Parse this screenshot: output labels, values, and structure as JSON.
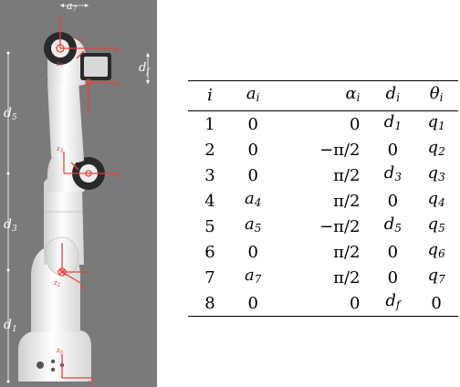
{
  "figure": {
    "dimension_labels": {
      "a7": "a",
      "a7_sub": "7",
      "df": "d",
      "df_sub": "f",
      "d5": "d",
      "d5_sub": "5",
      "d3": "d",
      "d3_sub": "3",
      "d1": "d",
      "d1_sub": "1"
    },
    "frame_labels": {
      "z8": "z",
      "z8_sub": "8",
      "x8": "x",
      "x8_sub": "8",
      "x7": "x",
      "x7_sub": "7",
      "x6": "x",
      "x6_sub": "6",
      "z7": "z",
      "z7_sub": "7",
      "z3": "z",
      "z3_sub": "3",
      "x4": "x",
      "x4_sub": "4",
      "z2": "z",
      "z2_sub": "2",
      "x2": "x",
      "x2_sub": "2",
      "z0": "z",
      "z0_sub": "0",
      "x0": "x",
      "x0_sub": "0"
    },
    "colors": {
      "background": "#7a7a7a",
      "robot_body": "#f2f2f2",
      "joint_dark": "#2a2a2a",
      "frame_red": "#e8413b",
      "dimension_white": "#ffffff"
    }
  },
  "table": {
    "headers": [
      {
        "base": "i",
        "sub": ""
      },
      {
        "base": "a",
        "sub": "i"
      },
      {
        "base": "α",
        "sub": "i"
      },
      {
        "base": "d",
        "sub": "i"
      },
      {
        "base": "θ",
        "sub": "i"
      }
    ],
    "rows": [
      {
        "i": "1",
        "a": "0",
        "a_sub": "",
        "alpha": "0",
        "d": "d",
        "d_sub": "1",
        "theta": "q",
        "theta_sub": "1"
      },
      {
        "i": "2",
        "a": "0",
        "a_sub": "",
        "alpha": "−π/2",
        "d": "0",
        "d_sub": "",
        "theta": "q",
        "theta_sub": "2"
      },
      {
        "i": "3",
        "a": "0",
        "a_sub": "",
        "alpha": "π/2",
        "d": "d",
        "d_sub": "3",
        "theta": "q",
        "theta_sub": "3"
      },
      {
        "i": "4",
        "a": "a",
        "a_sub": "4",
        "alpha": "π/2",
        "d": "0",
        "d_sub": "",
        "theta": "q",
        "theta_sub": "4"
      },
      {
        "i": "5",
        "a": "a",
        "a_sub": "5",
        "alpha": "−π/2",
        "d": "d",
        "d_sub": "5",
        "theta": "q",
        "theta_sub": "5"
      },
      {
        "i": "6",
        "a": "0",
        "a_sub": "",
        "alpha": "π/2",
        "d": "0",
        "d_sub": "",
        "theta": "q",
        "theta_sub": "6"
      },
      {
        "i": "7",
        "a": "a",
        "a_sub": "7",
        "alpha": "π/2",
        "d": "0",
        "d_sub": "",
        "theta": "q",
        "theta_sub": "7"
      },
      {
        "i": "8",
        "a": "0",
        "a_sub": "",
        "alpha": "0",
        "d": "d",
        "d_sub": "f",
        "theta": "0",
        "theta_sub": ""
      }
    ]
  }
}
